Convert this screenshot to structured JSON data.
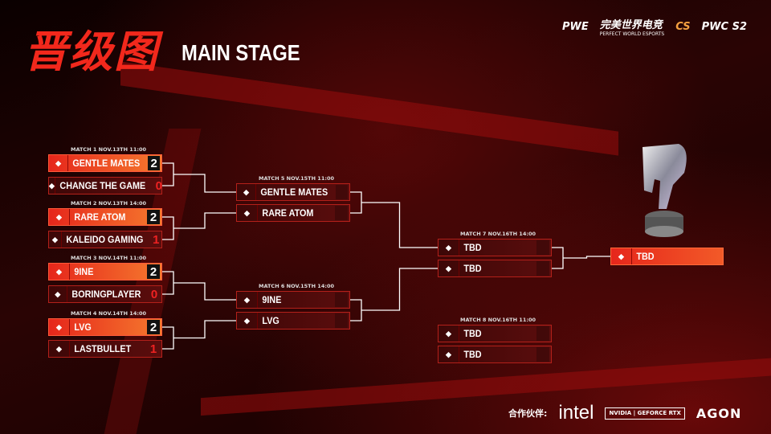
{
  "header": {
    "title_cn": "晋级图",
    "title_en": "MAIN STAGE"
  },
  "logos": {
    "pwe": "PWE",
    "pwe_cn": "完美世界电竞",
    "pwe_sub": "PERFECT WORLD ESPORTS",
    "cs": "CS",
    "pwc": "PWC S2"
  },
  "matches": [
    {
      "label": "MATCH 1",
      "date": "NOV.13TH 11:00",
      "teams": [
        {
          "name": "GENTLE MATES",
          "score": "2",
          "win": true,
          "icon": "gentle-mates-logo"
        },
        {
          "name": "CHANGE THE GAME",
          "score": "0",
          "win": false,
          "icon": "change-the-game-logo"
        }
      ]
    },
    {
      "label": "MATCH 2",
      "date": "NOV.13TH 14:00",
      "teams": [
        {
          "name": "RARE ATOM",
          "score": "2",
          "win": true,
          "icon": "rare-atom-logo"
        },
        {
          "name": "KALEIDO GAMING",
          "score": "1",
          "win": false,
          "icon": "kaleido-gaming-logo"
        }
      ]
    },
    {
      "label": "MATCH 3",
      "date": "NOV.14TH 11:00",
      "teams": [
        {
          "name": "9INE",
          "score": "2",
          "win": true,
          "icon": "9ine-logo"
        },
        {
          "name": "BORINGPLAYER",
          "score": "0",
          "win": false,
          "icon": "boringplayer-logo"
        }
      ]
    },
    {
      "label": "MATCH 4",
      "date": "NOV.14TH 14:00",
      "teams": [
        {
          "name": "LVG",
          "score": "2",
          "win": true,
          "icon": "lvg-logo"
        },
        {
          "name": "LASTBULLET",
          "score": "1",
          "win": false,
          "icon": "lastbullet-logo"
        }
      ]
    },
    {
      "label": "MATCH 5",
      "date": "NOV.15TH 11:00",
      "teams": [
        {
          "name": "GENTLE MATES",
          "score": "",
          "win": false,
          "icon": "gentle-mates-logo"
        },
        {
          "name": "RARE ATOM",
          "score": "",
          "win": false,
          "icon": "rare-atom-logo"
        }
      ]
    },
    {
      "label": "MATCH 6",
      "date": "NOV.15TH 14:00",
      "teams": [
        {
          "name": "9INE",
          "score": "",
          "win": false,
          "icon": "9ine-logo"
        },
        {
          "name": "LVG",
          "score": "",
          "win": false,
          "icon": "lvg-logo"
        }
      ]
    },
    {
      "label": "MATCH 7",
      "date": "NOV.16TH 14:00",
      "teams": [
        {
          "name": "TBD",
          "score": "",
          "win": false,
          "icon": "pwc-logo"
        },
        {
          "name": "TBD",
          "score": "",
          "win": false,
          "icon": "pwc-logo"
        }
      ]
    },
    {
      "label": "MATCH 8",
      "date": "NOV.16TH 11:00",
      "teams": [
        {
          "name": "TBD",
          "score": "",
          "win": false,
          "icon": "pwc-logo"
        },
        {
          "name": "TBD",
          "score": "",
          "win": false,
          "icon": "pwc-logo"
        }
      ]
    }
  ],
  "final": {
    "name": "TBD",
    "icon": "pwc-logo"
  },
  "partners": {
    "label": "合作伙伴:",
    "intel": "intel",
    "nvidia": "NVIDIA",
    "geforce": "GEFORCE RTX",
    "agon": "AGON"
  },
  "colors": {
    "accent": "#f2281c",
    "win_start": "#e6261b",
    "win_end": "#f57a2e",
    "loss": "#4a0a0a"
  }
}
